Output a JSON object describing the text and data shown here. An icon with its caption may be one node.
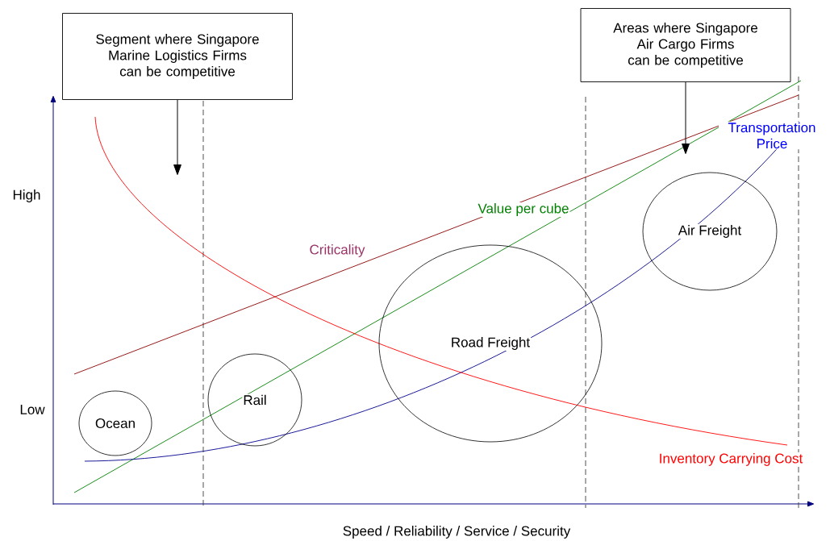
{
  "diagram": {
    "nodes": [
      {
        "text": [
          "Segment where Singapore Marine Logistics Firms can be competitive"
        ]
      },
      {
        "text": [
          "Areas where Singapore Air Cargo Firms can be competitive"
        ]
      },
      {
        "text": [
          "Ocean"
        ]
      },
      {
        "text": [
          "Rail"
        ]
      },
      {
        "text": [
          "Road Freight"
        ]
      },
      {
        "text": [
          "Air Freight"
        ]
      }
    ],
    "edges": [
      {
        "from": 0,
        "to": null,
        "arrow": "to"
      },
      {
        "from": 1,
        "to": null,
        "arrow": "to"
      }
    ],
    "labels": [
      "Transportation Price",
      "High",
      "Value per cube",
      "Criticality",
      "Low",
      "Inventory Carrying Cost",
      "Speed / Reliability / Service / Security"
    ]
  }
}
